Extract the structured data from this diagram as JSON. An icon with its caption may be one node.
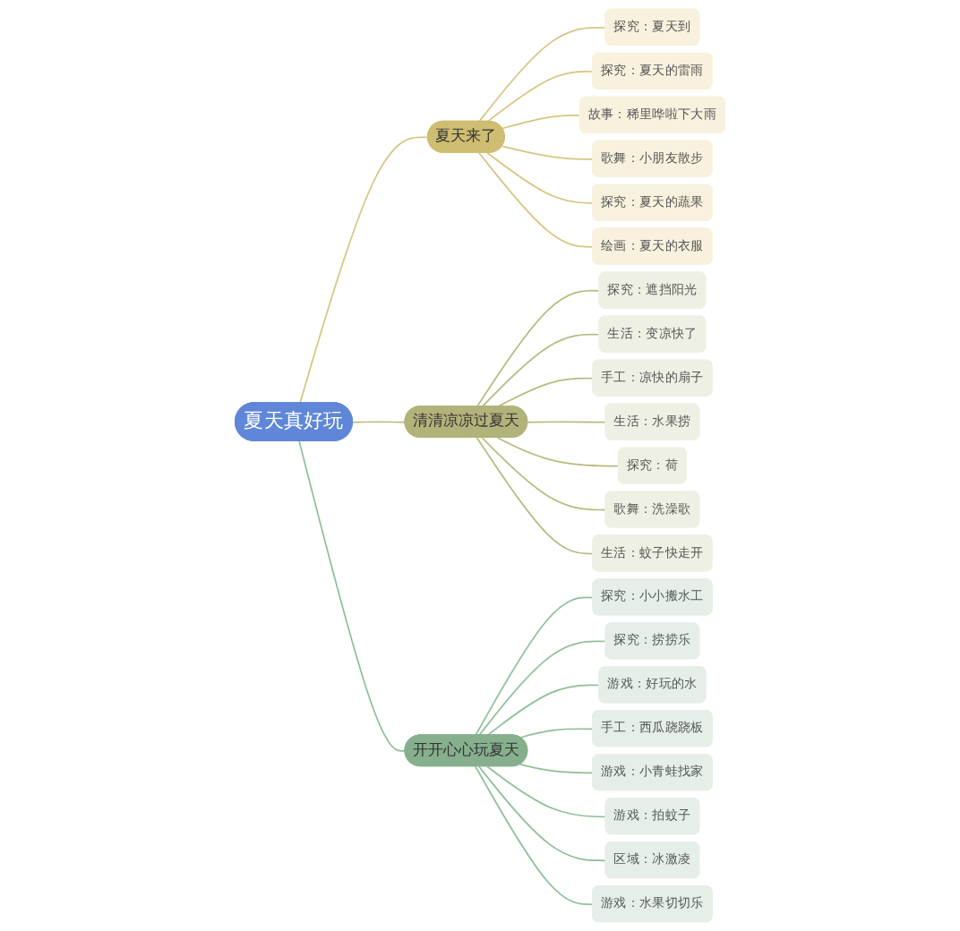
{
  "diagram": {
    "nodes": [
      {
        "text": [
          "夏天真好玩"
        ]
      },
      {
        "text": [
          "夏天来了"
        ]
      },
      {
        "text": [
          "探究：夏天到"
        ]
      },
      {
        "text": [
          "探究：夏天的雷雨"
        ]
      },
      {
        "text": [
          "故事：稀里哗啦下大雨"
        ]
      },
      {
        "text": [
          "歌舞：小朋友散步"
        ]
      },
      {
        "text": [
          "探究：夏天的蔬果"
        ]
      },
      {
        "text": [
          "绘画：夏天的衣服"
        ]
      },
      {
        "text": [
          "清清凉凉过夏天"
        ]
      },
      {
        "text": [
          "探究：遮挡阳光"
        ]
      },
      {
        "text": [
          "生活：变凉快了"
        ]
      },
      {
        "text": [
          "手工：凉快的扇子"
        ]
      },
      {
        "text": [
          "生活：水果捞"
        ]
      },
      {
        "text": [
          "探究：荷"
        ]
      },
      {
        "text": [
          "歌舞：洗澡歌"
        ]
      },
      {
        "text": [
          "生活：蚊子快走开"
        ]
      },
      {
        "text": [
          "开开心心玩夏天"
        ]
      },
      {
        "text": [
          "探究：小小搬水工"
        ]
      },
      {
        "text": [
          "探究：捞捞乐"
        ]
      },
      {
        "text": [
          "游戏：好玩的水"
        ]
      },
      {
        "text": [
          "手工：西瓜跷跷板"
        ]
      },
      {
        "text": [
          "游戏：小青蛙找家"
        ]
      },
      {
        "text": [
          "游戏：拍蚊子"
        ]
      },
      {
        "text": [
          "区域：冰激凌"
        ]
      },
      {
        "text": [
          "游戏：水果切切乐"
        ]
      }
    ],
    "edges": [
      {
        "from": 0,
        "to": 1,
        "arrow": "none",
        "color": "#d6c581"
      },
      {
        "from": 1,
        "to": 2,
        "arrow": "none",
        "color": "#d6c581"
      },
      {
        "from": 1,
        "to": 3,
        "arrow": "none",
        "color": "#d6c581"
      },
      {
        "from": 1,
        "to": 4,
        "arrow": "none",
        "color": "#d6c581"
      },
      {
        "from": 1,
        "to": 5,
        "arrow": "none",
        "color": "#d6c581"
      },
      {
        "from": 1,
        "to": 6,
        "arrow": "none",
        "color": "#d6c581"
      },
      {
        "from": 1,
        "to": 7,
        "arrow": "none",
        "color": "#d6c581"
      },
      {
        "from": 0,
        "to": 8,
        "arrow": "none",
        "color": "#b8ba7e"
      },
      {
        "from": 8,
        "to": 9,
        "arrow": "none",
        "color": "#b8ba7e"
      },
      {
        "from": 8,
        "to": 10,
        "arrow": "none",
        "color": "#b8ba7e"
      },
      {
        "from": 8,
        "to": 11,
        "arrow": "none",
        "color": "#b8ba7e"
      },
      {
        "from": 8,
        "to": 12,
        "arrow": "none",
        "color": "#b8ba7e"
      },
      {
        "from": 8,
        "to": 13,
        "arrow": "none",
        "color": "#b8ba7e"
      },
      {
        "from": 8,
        "to": 14,
        "arrow": "none",
        "color": "#b8ba7e"
      },
      {
        "from": 8,
        "to": 15,
        "arrow": "none",
        "color": "#b8ba7e"
      },
      {
        "from": 0,
        "to": 16,
        "arrow": "none"
      },
      {
        "from": 16,
        "to": 17,
        "arrow": "none"
      },
      {
        "from": 16,
        "to": 18,
        "arrow": "none"
      },
      {
        "from": 16,
        "to": 19,
        "arrow": "none"
      },
      {
        "from": 16,
        "to": 20,
        "arrow": "none"
      },
      {
        "from": 16,
        "to": 21,
        "arrow": "none"
      },
      {
        "from": 16,
        "to": 22,
        "arrow": "none"
      },
      {
        "from": 16,
        "to": 23,
        "arrow": "none"
      },
      {
        "from": 16,
        "to": 24,
        "arrow": "none"
      }
    ]
  }
}
